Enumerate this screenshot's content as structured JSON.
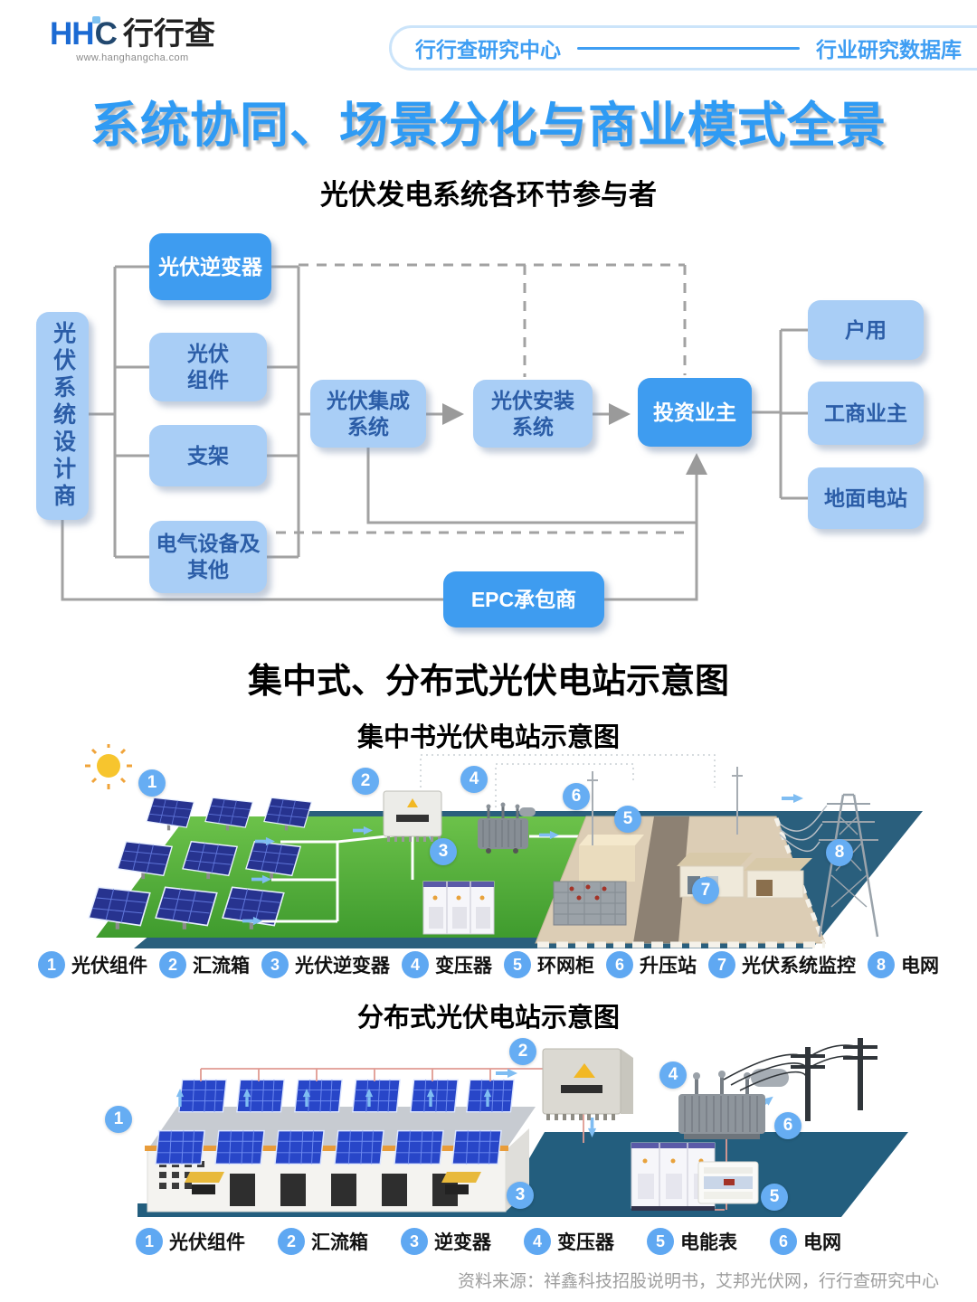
{
  "header": {
    "logo_hh": "HH",
    "logo_c": "C",
    "logo_name": "行行查",
    "logo_url": "www.hanghangcha.com",
    "pill_left": "行行查研究中心",
    "pill_right": "行业研究数据库"
  },
  "title": "系统协同、场景分化与商业模式全景",
  "participants": {
    "subtitle": "光伏发电系统各环节参与者",
    "designer": "光伏系统设计商",
    "inverter": "光伏逆变器",
    "module": "光伏\n组件",
    "bracket": "支架",
    "electrical": "电气设备及\n其他",
    "integration": "光伏集成\n系统",
    "installation": "光伏安装\n系统",
    "investor": "投资业主",
    "household": "户用",
    "commercial": "工商业主",
    "ground_station": "地面电站",
    "epc": "EPC承包商"
  },
  "stations": {
    "title": "集中式、分布式光伏电站示意图",
    "central": {
      "subtitle": "集中书光伏电站示意图",
      "markers": [
        "1",
        "2",
        "3",
        "4",
        "5",
        "6",
        "7",
        "8"
      ],
      "legend": [
        {
          "n": "1",
          "label": "光伏组件"
        },
        {
          "n": "2",
          "label": "汇流箱"
        },
        {
          "n": "3",
          "label": "光伏逆变器"
        },
        {
          "n": "4",
          "label": "变压器"
        },
        {
          "n": "5",
          "label": "环网柜"
        },
        {
          "n": "6",
          "label": "升压站"
        },
        {
          "n": "7",
          "label": "光伏系统监控"
        },
        {
          "n": "8",
          "label": "电网"
        }
      ]
    },
    "distributed": {
      "subtitle": "分布式光伏电站示意图",
      "markers": [
        "1",
        "2",
        "3",
        "4",
        "5",
        "6"
      ],
      "legend": [
        {
          "n": "1",
          "label": "光伏组件"
        },
        {
          "n": "2",
          "label": "汇流箱"
        },
        {
          "n": "3",
          "label": "逆变器"
        },
        {
          "n": "4",
          "label": "变压器"
        },
        {
          "n": "5",
          "label": "电能表"
        },
        {
          "n": "6",
          "label": "电网"
        }
      ]
    }
  },
  "footer": {
    "source": "资料来源：祥鑫科技招股说明书，艾邦光伏网，行行查研究中心"
  },
  "colors": {
    "accent_blue": "#2F9BF4",
    "box_light": "#A9CEF6",
    "box_dark": "#3E9CF0",
    "marker_blue": "#66ADF3",
    "line_gray": "#A2A2A2"
  }
}
